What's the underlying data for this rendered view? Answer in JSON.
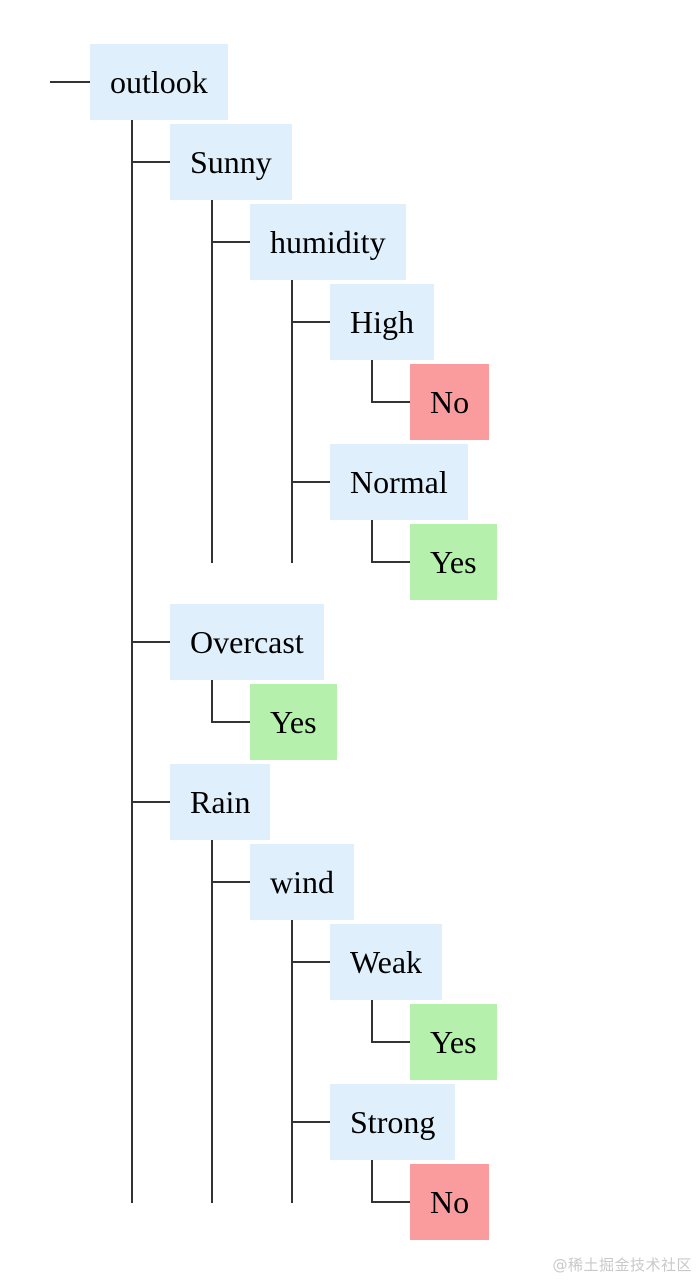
{
  "watermark": "@稀土掘金技术社区",
  "colors": {
    "background": "#ffffff",
    "decision_node": "#dff0fc",
    "leaf_yes": "#b5f1ad",
    "leaf_no": "#fa9c9e",
    "connector": "#333333",
    "text": "#000000",
    "watermark_text": "#c9c9c9"
  },
  "tree": {
    "label": "outlook",
    "kind": "decision",
    "children": [
      {
        "label": "Sunny",
        "kind": "decision",
        "children": [
          {
            "label": "humidity",
            "kind": "decision",
            "children": [
              {
                "label": "High",
                "kind": "decision",
                "children": [
                  {
                    "label": "No",
                    "kind": "no"
                  }
                ]
              },
              {
                "label": "Normal",
                "kind": "decision",
                "children": [
                  {
                    "label": "Yes",
                    "kind": "yes"
                  }
                ]
              }
            ]
          }
        ]
      },
      {
        "label": "Overcast",
        "kind": "decision",
        "children": [
          {
            "label": "Yes",
            "kind": "yes"
          }
        ]
      },
      {
        "label": "Rain",
        "kind": "decision",
        "children": [
          {
            "label": "wind",
            "kind": "decision",
            "children": [
              {
                "label": "Weak",
                "kind": "decision",
                "children": [
                  {
                    "label": "Yes",
                    "kind": "yes"
                  }
                ]
              },
              {
                "label": "Strong",
                "kind": "decision",
                "children": [
                  {
                    "label": "No",
                    "kind": "no"
                  }
                ]
              }
            ]
          }
        ]
      }
    ]
  }
}
